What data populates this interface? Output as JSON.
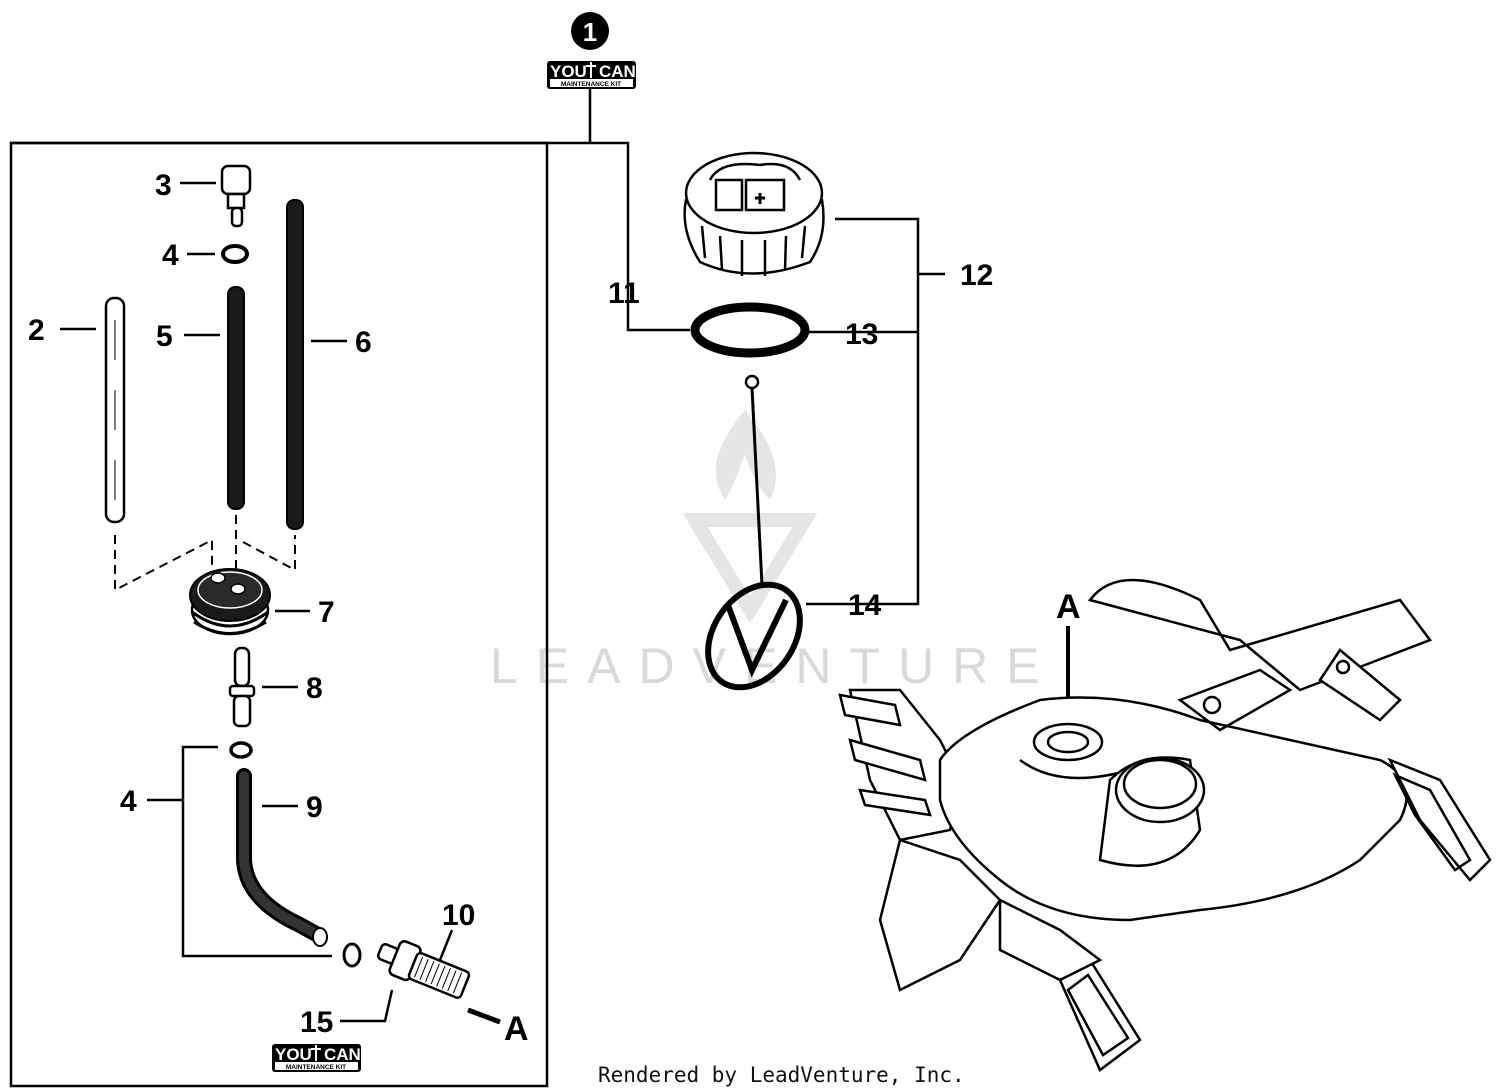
{
  "kit_badge": {
    "number": "1",
    "brand_left": "YOU",
    "brand_right": "CAN",
    "subtitle": "MAINTENANCE KIT"
  },
  "callouts": {
    "c2": "2",
    "c3": "3",
    "c4_top": "4",
    "c4_bottom": "4",
    "c5": "5",
    "c6": "6",
    "c7": "7",
    "c8": "8",
    "c9": "9",
    "c10": "10",
    "c11": "11",
    "c12": "12",
    "c13": "13",
    "c14": "14",
    "c15": "15",
    "a_filter": "A",
    "a_tank": "A"
  },
  "watermark": "LEADVENTURE",
  "footer": "Rendered by LeadVenture, Inc.",
  "colors": {
    "line": "#000000",
    "watermark": "#d9d9d9",
    "background": "#ffffff"
  }
}
